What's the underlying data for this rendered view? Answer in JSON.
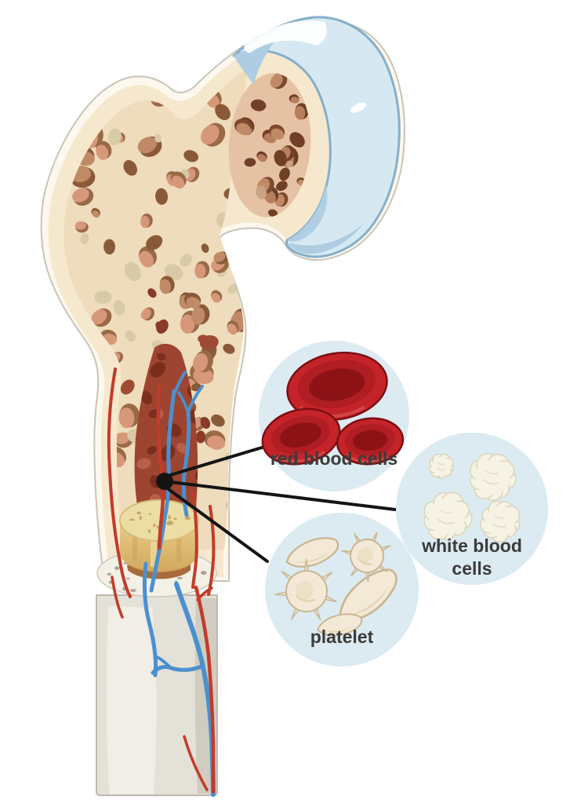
{
  "figure": {
    "type": "anatomical-diagram",
    "subject": "Femur cross-section showing bone marrow producing blood cells",
    "callouts": {
      "red_blood_cells": {
        "label": "red blood cells",
        "cell_count": 3
      },
      "white_blood_cells": {
        "label": "white blood cells",
        "cell_count": 4
      },
      "platelet": {
        "label": "platelet",
        "cell_count": 5
      }
    },
    "colors": {
      "background": "#ffffff",
      "callout_circle": "#dcebf1",
      "red_blood_cell": "#c42429",
      "white_blood_cell": "#f6f3e4",
      "platelet": "#f3e9d6",
      "bone_cortex": "#f6e8cd",
      "spongy_bone": "#eedcbc",
      "trabecula_brown": "#9a6a47",
      "trabecula_salmon": "#d69879",
      "red_marrow": "#9d4530",
      "yellow_marrow": "#e8cc8a",
      "compact_bone_collar": "#f3f0e5",
      "bone_shaft": "#e4e1d8",
      "cartilage": "#d6e9f3",
      "artery": "#c23b2b",
      "vein": "#4a90cf",
      "leader_line": "#141414",
      "label_text": "#3b3b3b"
    }
  }
}
